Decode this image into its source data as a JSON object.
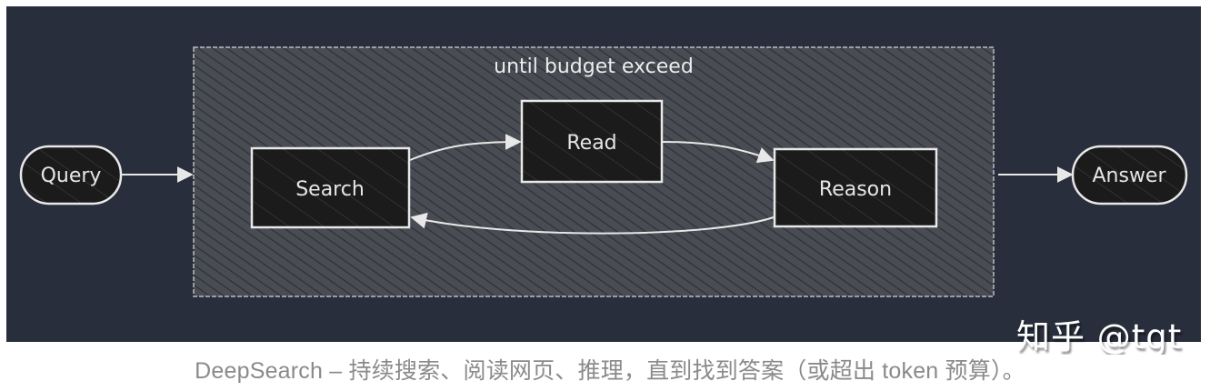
{
  "diagram": {
    "loop": {
      "label": "until budget exceed"
    },
    "nodes": {
      "query": {
        "label": "Query",
        "shape": "pill"
      },
      "search": {
        "label": "Search",
        "shape": "rect"
      },
      "read": {
        "label": "Read",
        "shape": "rect"
      },
      "reason": {
        "label": "Reason",
        "shape": "rect"
      },
      "answer": {
        "label": "Answer",
        "shape": "pill"
      }
    },
    "edges": [
      {
        "from": "Query",
        "to": "loop"
      },
      {
        "from": "Search",
        "to": "Read"
      },
      {
        "from": "Read",
        "to": "Reason"
      },
      {
        "from": "Reason",
        "to": "Search"
      },
      {
        "from": "loop",
        "to": "Answer"
      }
    ],
    "colors": {
      "background": "#282e3b",
      "loop_fill": "#4a4d52",
      "node_fill": "#1c1c1c",
      "stroke": "#e8e8e8"
    }
  },
  "watermark": "知乎 @tgt",
  "caption": "DeepSearch – 持续搜索、阅读网页、推理，直到找到答案（或超出 token 预算）。"
}
